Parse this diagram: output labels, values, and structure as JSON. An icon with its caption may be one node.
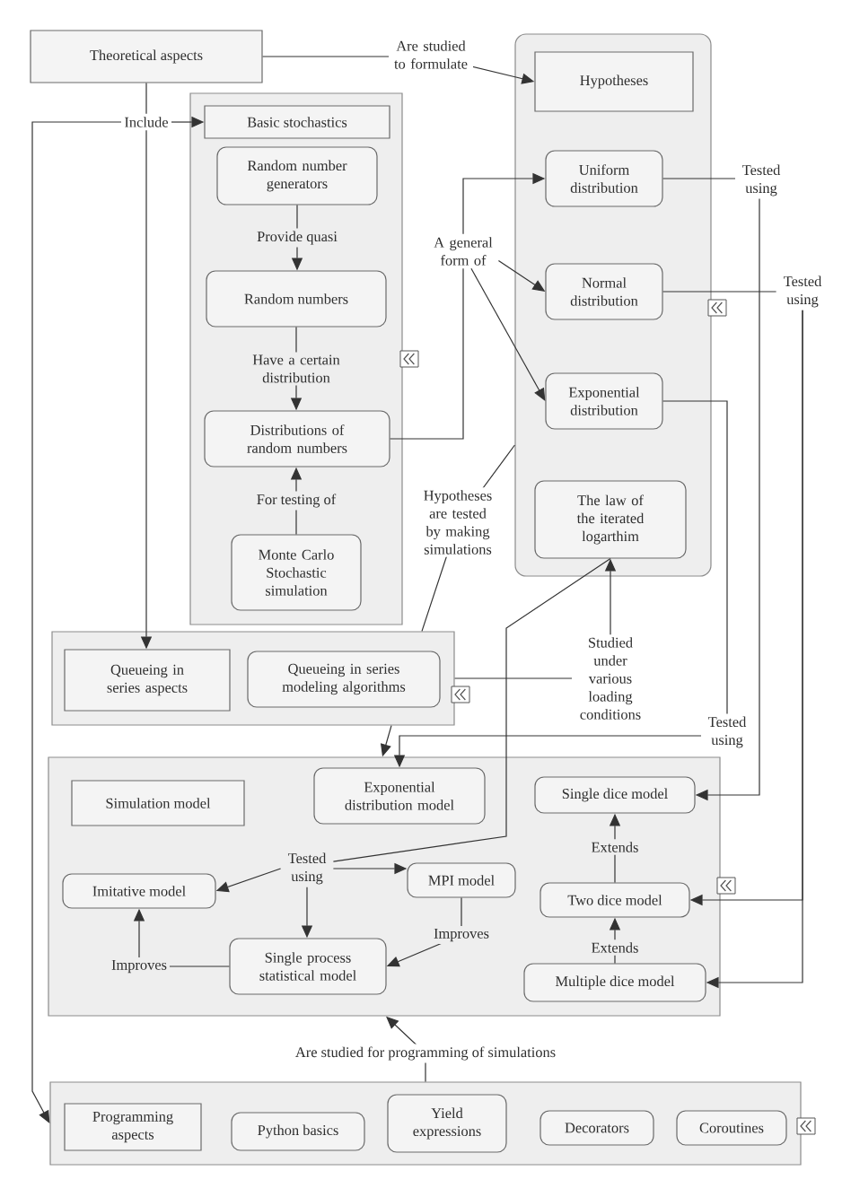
{
  "diagram": {
    "nodes": [
      {
        "text": [
          "Theoretical aspects"
        ]
      },
      {
        "text": [
          "Include"
        ]
      },
      {
        "text": [],
        "shape": "box"
      },
      {
        "text": [
          "Basic stochastics"
        ],
        "in": 2
      },
      {
        "text": [
          "Random number generators"
        ],
        "in": 2
      },
      {
        "text": [
          "Random numbers"
        ],
        "in": 2
      },
      {
        "text": [
          "Distributions of random numbers"
        ],
        "in": 2
      },
      {
        "text": [
          "Monte Carlo Stochastic simulation"
        ],
        "in": 2
      },
      {
        "text": [],
        "shape": "box"
      },
      {
        "text": [
          "Hypotheses"
        ],
        "in": 8
      },
      {
        "text": [
          "Uniform distribution"
        ],
        "in": 8
      },
      {
        "text": [
          "Normal distribution"
        ],
        "in": 8
      },
      {
        "text": [
          "Exponential distribution"
        ],
        "in": 8
      },
      {
        "text": [
          "The law of the iterated logarthim"
        ],
        "in": 8
      },
      {
        "text": [
          "A general form of"
        ]
      },
      {
        "text": [
          "Tested using"
        ]
      },
      {
        "text": [],
        "shape": "box"
      },
      {
        "text": [
          "Queueing in series aspects"
        ],
        "in": 16
      },
      {
        "text": [
          "Queueing in series modeling algorithms"
        ],
        "in": 16
      },
      {
        "text": [],
        "shape": "box"
      },
      {
        "text": [
          "Simulation model"
        ],
        "in": 19
      },
      {
        "text": [
          "Exponential distribution model"
        ],
        "in": 19
      },
      {
        "text": [
          "Single dice model"
        ],
        "in": 19
      },
      {
        "text": [
          "Tested using"
        ],
        "in": 19
      },
      {
        "text": [
          "Imitative model"
        ],
        "in": 19
      },
      {
        "text": [
          "MPI model"
        ],
        "in": 19
      },
      {
        "text": [
          "Two dice model"
        ],
        "in": 19
      },
      {
        "text": [
          "Single process statistical model"
        ],
        "in": 19
      },
      {
        "text": [
          "Multiple dice model"
        ],
        "in": 19
      },
      {
        "text": [],
        "shape": "box"
      },
      {
        "text": [
          "Programming aspects"
        ],
        "in": 29
      },
      {
        "text": [
          "Python basics"
        ],
        "in": 29
      },
      {
        "text": [
          "Yield expressions"
        ],
        "in": 29
      },
      {
        "text": [
          "Decorators"
        ],
        "in": 29
      },
      {
        "text": [
          "Coroutines"
        ],
        "in": 29
      }
    ],
    "edges": [
      {
        "from": 0,
        "to": 9,
        "arrow": "to",
        "label": "Are studied to formulate"
      },
      {
        "from": 0,
        "to": 1,
        "arrow": "none"
      },
      {
        "from": 1,
        "to": 3,
        "arrow": "to"
      },
      {
        "from": 1,
        "to": 17,
        "arrow": "to"
      },
      {
        "from": 1,
        "to": 29,
        "arrow": "to"
      },
      {
        "from": 4,
        "to": 5,
        "arrow": "to",
        "label": "Provide quasi"
      },
      {
        "from": 5,
        "to": 6,
        "arrow": "to",
        "label": "Have a certain distribution"
      },
      {
        "from": 7,
        "to": 6,
        "arrow": "to",
        "label": "For testing of"
      },
      {
        "from": 6,
        "to": 14,
        "arrow": "none"
      },
      {
        "from": 14,
        "to": 10,
        "arrow": "to"
      },
      {
        "from": 14,
        "to": 11,
        "arrow": "to"
      },
      {
        "from": 14,
        "to": 12,
        "arrow": "to"
      },
      {
        "from": 10,
        "to": 22,
        "arrow": "to",
        "label": "Tested using"
      },
      {
        "from": 11,
        "to": 15,
        "arrow": "none"
      },
      {
        "from": 15,
        "to": 26,
        "arrow": "to"
      },
      {
        "from": 15,
        "to": 28,
        "arrow": "to"
      },
      {
        "from": 12,
        "to": 21,
        "arrow": "to",
        "label": "Tested using"
      },
      {
        "from": 8,
        "to": 16,
        "arrow": "none",
        "label": "Hypotheses are tested by making simulations"
      },
      {
        "from": 16,
        "to": 13,
        "arrow": "to",
        "label": "Studied under various loading conditions"
      },
      {
        "from": 16,
        "to": 19,
        "arrow": "to"
      },
      {
        "from": 13,
        "to": 23,
        "arrow": "none"
      },
      {
        "from": 23,
        "to": 24,
        "arrow": "to"
      },
      {
        "from": 23,
        "to": 25,
        "arrow": "to"
      },
      {
        "from": 23,
        "to": 27,
        "arrow": "to"
      },
      {
        "from": 25,
        "to": 27,
        "arrow": "to",
        "label": "Improves"
      },
      {
        "from": 27,
        "to": 24,
        "arrow": "to",
        "label": "Improves"
      },
      {
        "from": 26,
        "to": 22,
        "arrow": "to",
        "label": "Extends"
      },
      {
        "from": 28,
        "to": 26,
        "arrow": "to",
        "label": "Extends"
      },
      {
        "from": 29,
        "to": 19,
        "arrow": "to",
        "label": "Are studied for programming of simulations"
      }
    ]
  }
}
